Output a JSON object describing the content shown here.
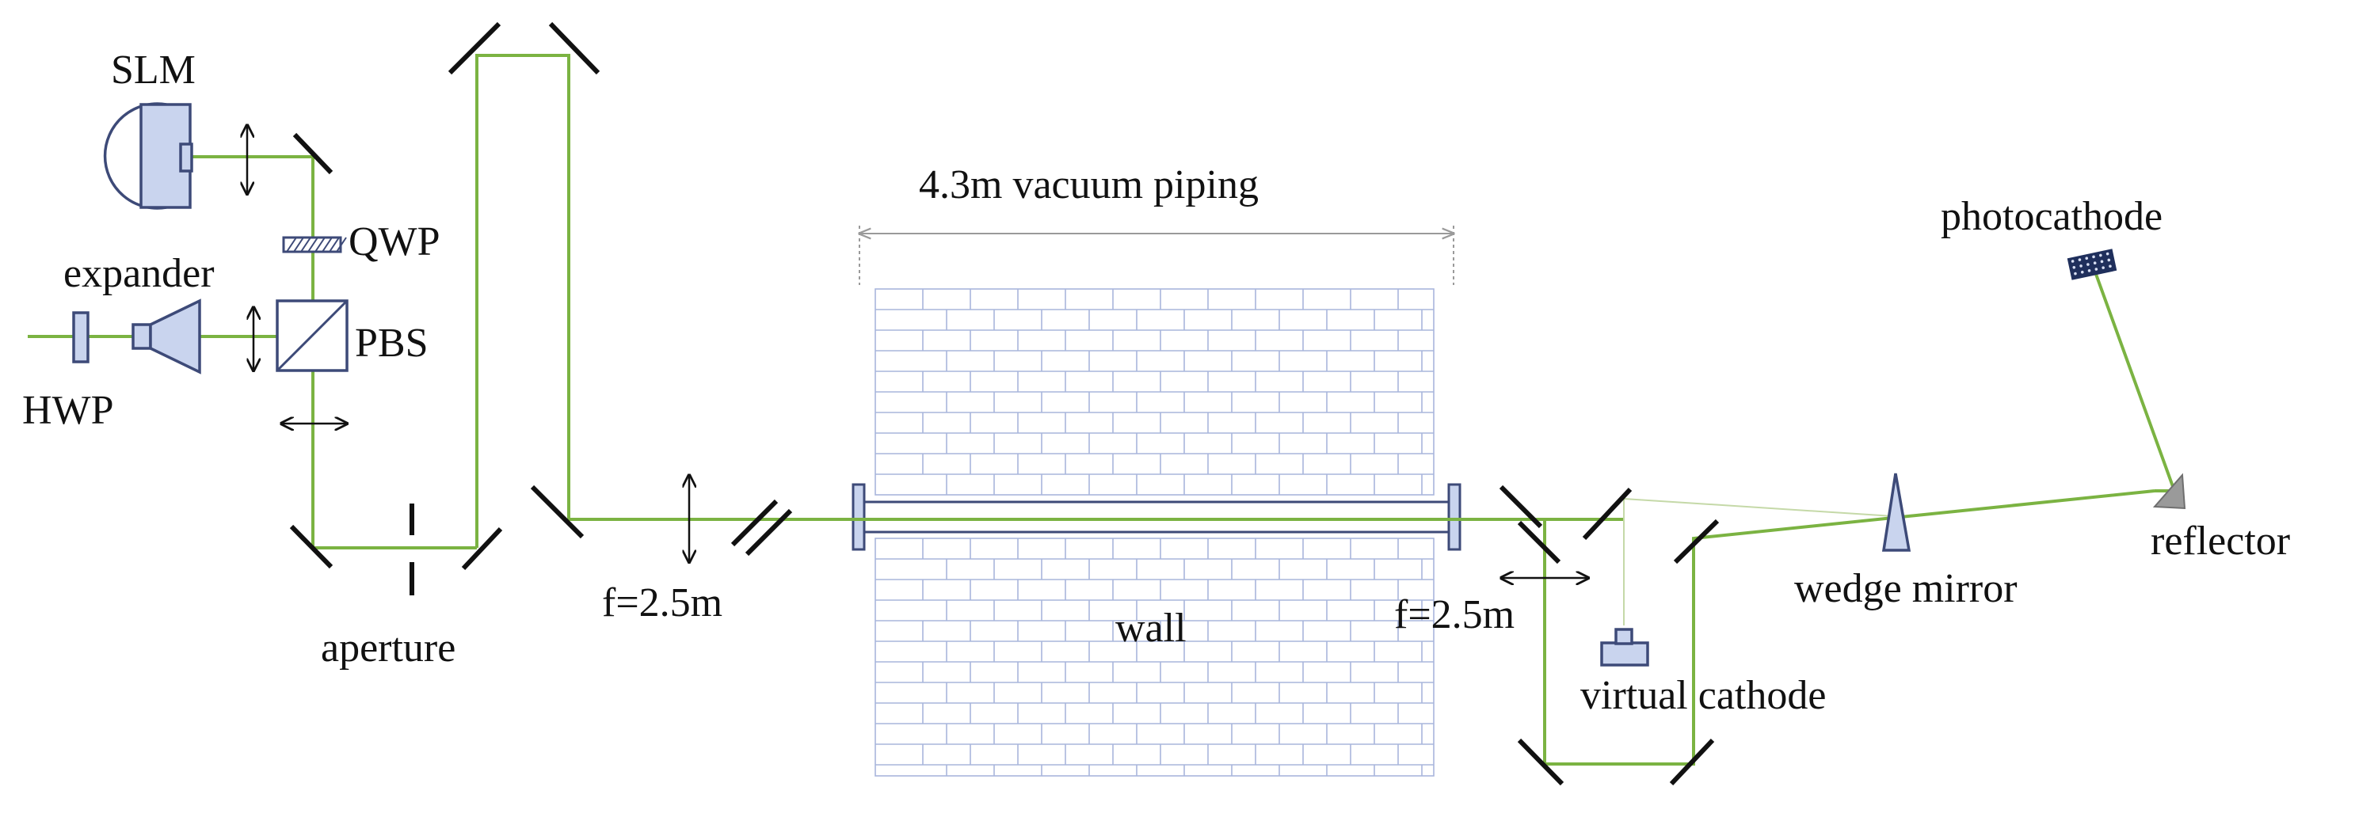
{
  "labels": {
    "slm": "SLM",
    "qwp": "QWP",
    "expander": "expander",
    "pbs": "PBS",
    "hwp": "HWP",
    "aperture": "aperture",
    "lens1": "f=2.5m",
    "lens2": "f=2.5m",
    "vacuum_piping": "4.3m vacuum piping",
    "wall": "wall",
    "virtual_cathode": "virtual cathode",
    "wedge_mirror": "wedge mirror",
    "photocathode": "photocathode",
    "reflector": "reflector"
  },
  "colors": {
    "beam": "#7bb342",
    "beam_faint": "#c5d9a8",
    "optic_fill": "#c9d4ee",
    "optic_stroke": "#3d4a78",
    "wall_brick": "#a8b6dc",
    "photocathode": "#1f2f5c",
    "reflector": "#9a9a9a"
  }
}
